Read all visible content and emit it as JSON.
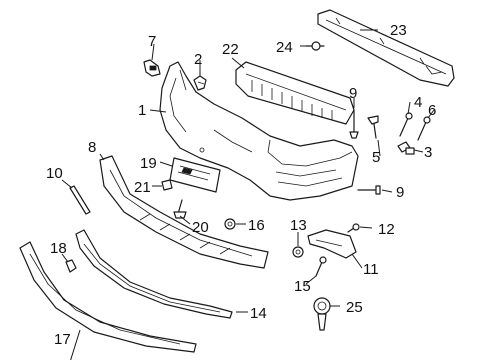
{
  "diagram": {
    "accent_color": "#1a1a1a",
    "background_color": "#ffffff",
    "callouts": [
      {
        "id": "c1",
        "label": "1"
      },
      {
        "id": "c2",
        "label": "2"
      },
      {
        "id": "c3",
        "label": "3"
      },
      {
        "id": "c4",
        "label": "4"
      },
      {
        "id": "c5",
        "label": "5"
      },
      {
        "id": "c6",
        "label": "6"
      },
      {
        "id": "c7",
        "label": "7"
      },
      {
        "id": "c8",
        "label": "8"
      },
      {
        "id": "c9a",
        "label": "9"
      },
      {
        "id": "c9b",
        "label": "9"
      },
      {
        "id": "c10",
        "label": "10"
      },
      {
        "id": "c11",
        "label": "11"
      },
      {
        "id": "c12",
        "label": "12"
      },
      {
        "id": "c13",
        "label": "13"
      },
      {
        "id": "c14",
        "label": "14"
      },
      {
        "id": "c15",
        "label": "15"
      },
      {
        "id": "c16",
        "label": "16"
      },
      {
        "id": "c17",
        "label": "17"
      },
      {
        "id": "c18",
        "label": "18"
      },
      {
        "id": "c19",
        "label": "19"
      },
      {
        "id": "c20",
        "label": "20"
      },
      {
        "id": "c21",
        "label": "21"
      },
      {
        "id": "c22",
        "label": "22"
      },
      {
        "id": "c23",
        "label": "23"
      },
      {
        "id": "c24",
        "label": "24"
      },
      {
        "id": "c25",
        "label": "25"
      }
    ]
  }
}
